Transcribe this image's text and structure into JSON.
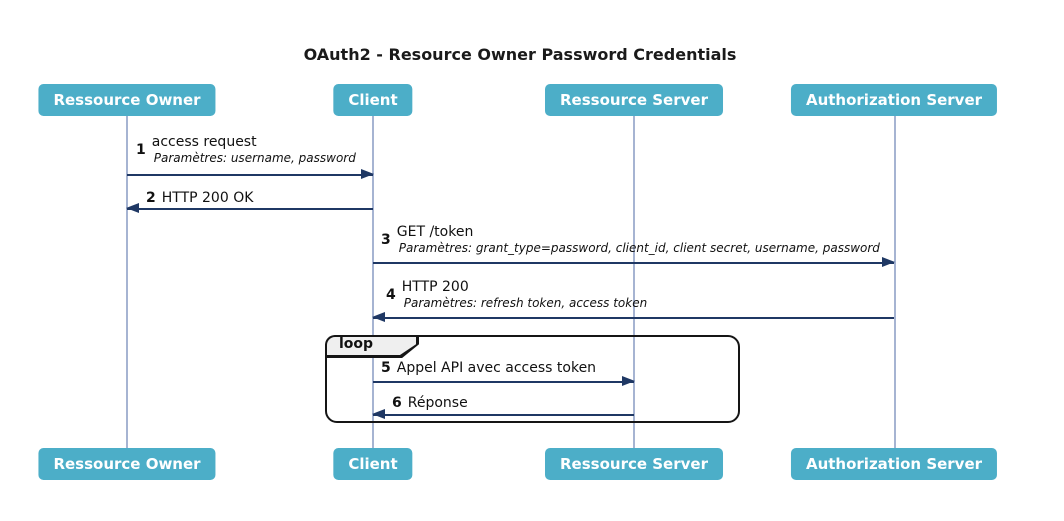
{
  "title": "OAuth2 - Resource Owner Password Credentials",
  "participants": [
    {
      "name": "Ressource Owner"
    },
    {
      "name": "Client"
    },
    {
      "name": "Ressource Server"
    },
    {
      "name": "Authorization Server"
    }
  ],
  "messages": [
    {
      "num": "1",
      "name": "access request",
      "params": "Paramètres: username, password",
      "from": "Ressource Owner",
      "to": "Client",
      "direction": "right"
    },
    {
      "num": "2",
      "name": "HTTP 200 OK",
      "from": "Client",
      "to": "Ressource Owner",
      "direction": "left"
    },
    {
      "num": "3",
      "name": "GET /token",
      "params": "Paramètres: grant_type=password, client_id, client secret, username, password",
      "from": "Client",
      "to": "Authorization Server",
      "direction": "right"
    },
    {
      "num": "4",
      "name": "HTTP 200",
      "params": "Paramètres: refresh token, access token",
      "from": "Authorization Server",
      "to": "Client",
      "direction": "left"
    },
    {
      "num": "5",
      "name": "Appel API avec access token",
      "from": "Client",
      "to": "Ressource Server",
      "direction": "right"
    },
    {
      "num": "6",
      "name": "Réponse",
      "from": "Ressource Server",
      "to": "Client",
      "direction": "left"
    }
  ],
  "loop": {
    "label": "loop"
  },
  "colors": {
    "participant_fill": "#4CAEC8",
    "participant_text": "#FFFFFF",
    "arrow": "#1F3864",
    "lifeline": "#A6B4D2",
    "loop_border": "#151515",
    "loop_tab_fill": "#EFEFEF",
    "text": "#111111",
    "background": "#FFFFFF"
  }
}
